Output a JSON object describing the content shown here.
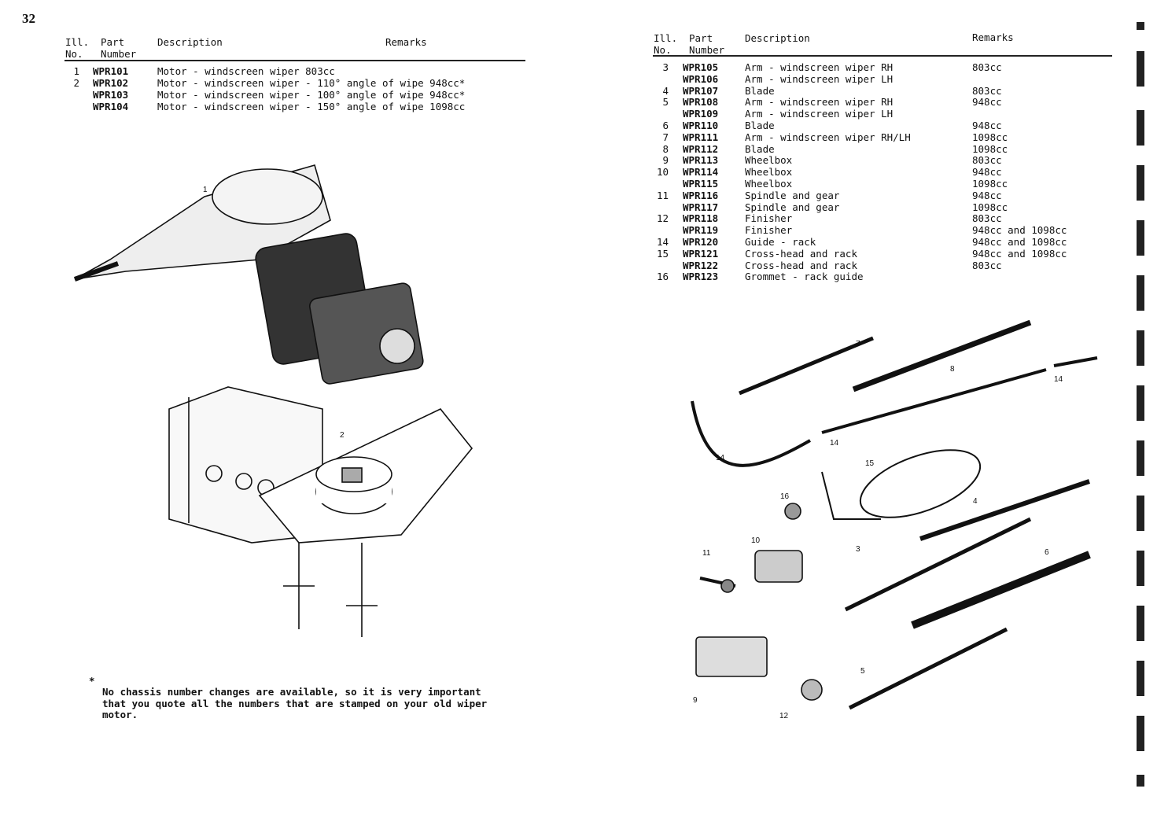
{
  "page_number": "32",
  "left_table": {
    "headers": {
      "ill_no": "Ill.\nNo.",
      "part_number": "Part\nNumber",
      "description": "Description",
      "remarks": "Remarks"
    },
    "rows": [
      {
        "ill": "1",
        "part": "WPR101",
        "desc": "Motor - windscreen wiper 803cc",
        "remarks": ""
      },
      {
        "ill": "2",
        "part": "WPR102",
        "desc": "Motor - windscreen wiper - 110° angle of wipe 948cc*",
        "remarks": ""
      },
      {
        "ill": "",
        "part": "WPR103",
        "desc": "Motor - windscreen wiper - 100° angle of wipe 948cc*",
        "remarks": ""
      },
      {
        "ill": "",
        "part": "WPR104",
        "desc": "Motor - windscreen wiper - 150° angle of wipe 1098cc",
        "remarks": ""
      }
    ]
  },
  "right_table": {
    "headers": {
      "ill_no": "Ill.\nNo.",
      "part_number": "Part\nNumber",
      "description": "Description",
      "remarks": "Remarks"
    },
    "rows": [
      {
        "ill": "3",
        "part": "WPR105",
        "desc": "Arm - windscreen wiper RH",
        "remarks": "803cc"
      },
      {
        "ill": "",
        "part": "WPR106",
        "desc": "Arm - windscreen wiper LH",
        "remarks": ""
      },
      {
        "ill": "4",
        "part": "WPR107",
        "desc": "Blade",
        "remarks": "803cc"
      },
      {
        "ill": "5",
        "part": "WPR108",
        "desc": "Arm - windscreen wiper RH",
        "remarks": "948cc"
      },
      {
        "ill": "",
        "part": "WPR109",
        "desc": "Arm - windscreen wiper LH",
        "remarks": ""
      },
      {
        "ill": "6",
        "part": "WPR110",
        "desc": "Blade",
        "remarks": "948cc"
      },
      {
        "ill": "7",
        "part": "WPR111",
        "desc": "Arm - windscreen wiper RH/LH",
        "remarks": "1098cc"
      },
      {
        "ill": "8",
        "part": "WPR112",
        "desc": "Blade",
        "remarks": "1098cc"
      },
      {
        "ill": "9",
        "part": "WPR113",
        "desc": "Wheelbox",
        "remarks": "803cc"
      },
      {
        "ill": "10",
        "part": "WPR114",
        "desc": "Wheelbox",
        "remarks": "948cc"
      },
      {
        "ill": "",
        "part": "WPR115",
        "desc": "Wheelbox",
        "remarks": "1098cc"
      },
      {
        "ill": "11",
        "part": "WPR116",
        "desc": "Spindle and gear",
        "remarks": "948cc"
      },
      {
        "ill": "",
        "part": "WPR117",
        "desc": "Spindle and gear",
        "remarks": "1098cc"
      },
      {
        "ill": "12",
        "part": "WPR118",
        "desc": "Finisher",
        "remarks": "803cc"
      },
      {
        "ill": "",
        "part": "WPR119",
        "desc": "Finisher",
        "remarks": "948cc and 1098cc"
      },
      {
        "ill": "14",
        "part": "WPR120",
        "desc": "Guide - rack",
        "remarks": "948cc and 1098cc"
      },
      {
        "ill": "15",
        "part": "WPR121",
        "desc": "Cross-head and rack",
        "remarks": "948cc and 1098cc"
      },
      {
        "ill": "",
        "part": "WPR122",
        "desc": "Cross-head and rack",
        "remarks": "803cc"
      },
      {
        "ill": "16",
        "part": "WPR123",
        "desc": "Grommet - rack guide",
        "remarks": ""
      }
    ]
  },
  "footnote": {
    "star": "*",
    "text": "No chassis number changes are available, so it is very important that you quote all the numbers that are stamped on your old wiper motor."
  },
  "left_callouts": [
    "1",
    "2"
  ],
  "right_callouts": [
    "7",
    "8",
    "14",
    "14",
    "14",
    "15",
    "16",
    "4",
    "10",
    "11",
    "3",
    "6",
    "9",
    "12",
    "5"
  ]
}
